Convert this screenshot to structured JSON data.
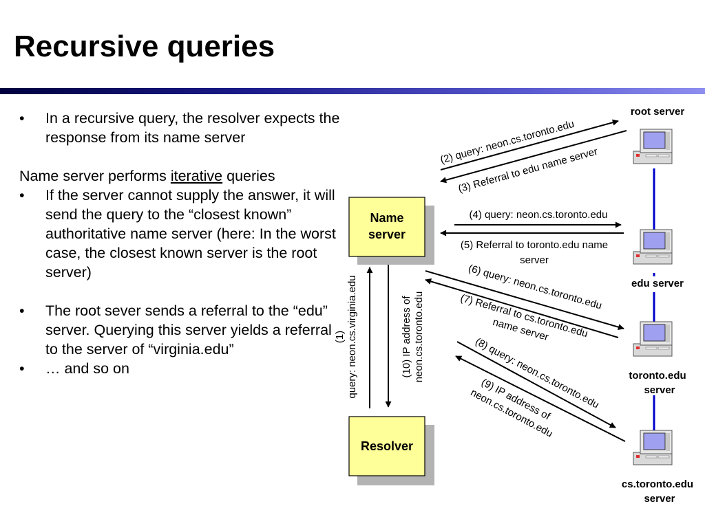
{
  "slide": {
    "title": "Recursive queries",
    "bullets": {
      "b1": "In a recursive query, the resolver expects the response from its name server",
      "ns_prefix": "Name server performs ",
      "ns_link": "iterative",
      "ns_suffix": " queries",
      "b2": "If the server cannot supply the answer, it will send the query to the “closest known” authoritative name server (here: In the worst case, the closest known server is the root server)",
      "b3": "The root sever sends a referral to the “edu” server. Querying this server yields a referral to the server of “virginia.edu”",
      "b4": "… and so on",
      "bullet_char": "•"
    }
  },
  "diagram": {
    "name_server": [
      "Name",
      "server"
    ],
    "resolver": "Resolver",
    "servers": {
      "root": "root server",
      "edu": "edu server",
      "toronto": [
        "toronto.edu",
        "server"
      ],
      "cs": [
        "cs.toronto.edu",
        "server"
      ]
    },
    "labels": {
      "l1": [
        "(1)",
        "query: neon.cs.virginia.edu"
      ],
      "l10": [
        "(10) IP address of",
        "neon.cs.toronto.edu"
      ],
      "l2": "(2) query: neon.cs.toronto.edu",
      "l3": "(3) Referral to edu name server",
      "l4": "(4) query: neon.cs.toronto.edu",
      "l5": [
        "(5) Referral to toronto.edu name",
        "server"
      ],
      "l6": "(6) query: neon.cs.toronto.edu",
      "l7": [
        "(7) Referral to cs.toronto.edu",
        "name server"
      ],
      "l8": "(8) query: neon.cs.toronto.edu",
      "l9": [
        "(9) IP address of",
        "neon.cs.toronto.edu"
      ]
    },
    "colors": {
      "box_fill": "#ffff99",
      "box_shadow": "#b3b3b3",
      "link_line": "#0000cc",
      "screen": "#a0a0f0"
    }
  }
}
